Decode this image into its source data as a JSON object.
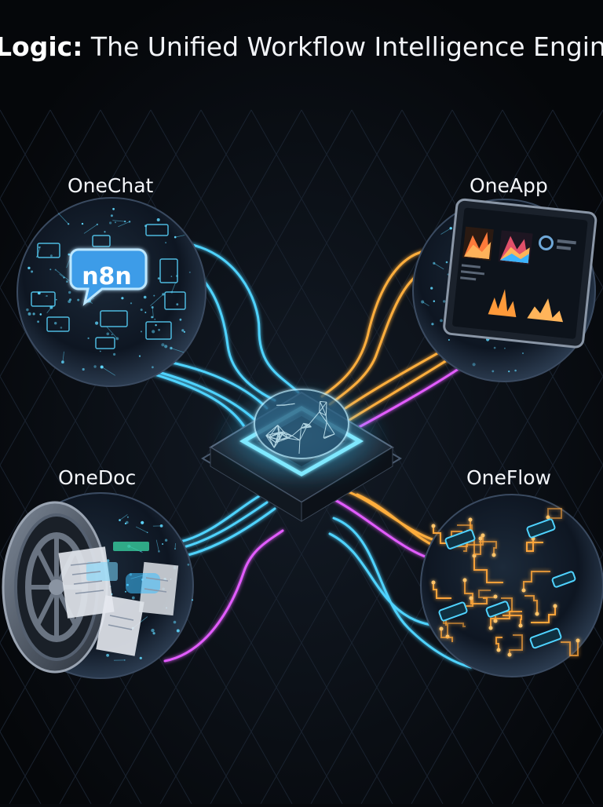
{
  "title": {
    "brand": "Logic:",
    "text": "The Unified Workflow Intelligence Engine"
  },
  "nodes": {
    "onechat": {
      "label": "OneChat",
      "bubble_text": "n8n"
    },
    "oneapp": {
      "label": "OneApp"
    },
    "onedoc": {
      "label": "OneDoc"
    },
    "oneflow": {
      "label": "OneFlow"
    }
  },
  "colors": {
    "background": "#07090d",
    "cyan": "#4fd3ff",
    "orange": "#ffae3d",
    "magenta": "#e25cff",
    "core_glow": "#7fe8ff"
  }
}
